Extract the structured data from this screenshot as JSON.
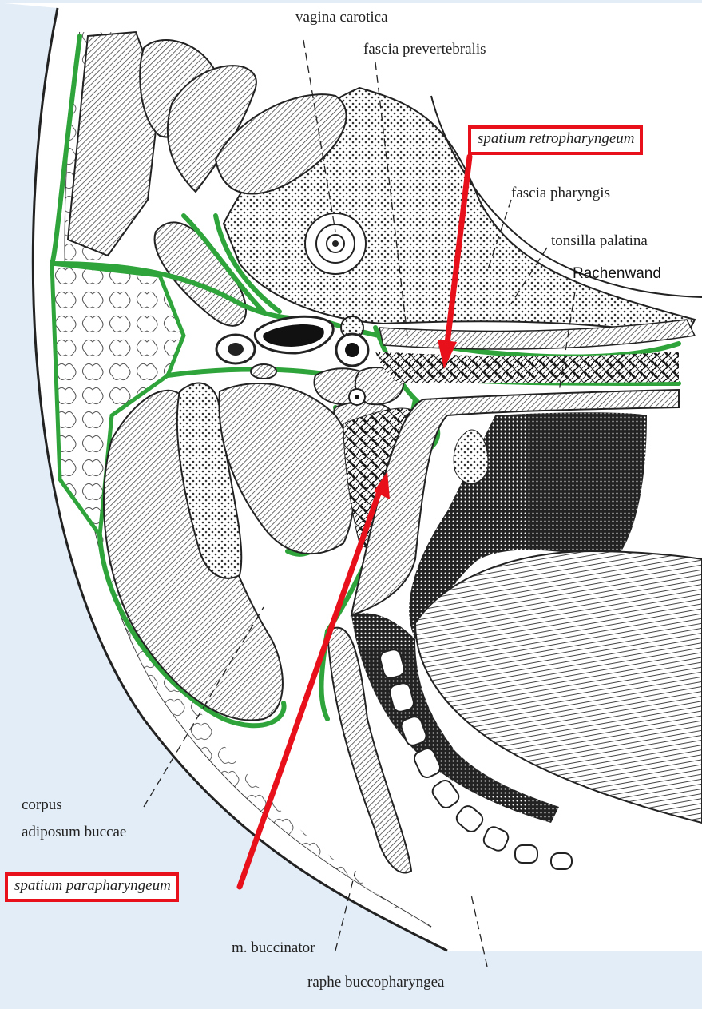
{
  "labels": {
    "vagina_carotica": "vagina carotica",
    "fascia_prevertebralis": "fascia prevertebralis",
    "spatium_retropharyngeum": "spatium retropharyngeum",
    "fascia_pharyngis": "fascia pharyngis",
    "tonsilla_palatina": "tonsilla palatina",
    "rachenwand": "Rachenwand",
    "corpus": "corpus",
    "adiposum_buccae": "adiposum buccae",
    "spatium_parapharyngeum": "spatium parapharyngeum",
    "m_buccinator": "m. buccinator",
    "raphe_buccopharyngea": "raphe buccopharyngea"
  },
  "colors": {
    "background": "#e3edf7",
    "fascia": "#2ea43a",
    "highlight": "#e8101a",
    "ink": "#222222"
  }
}
